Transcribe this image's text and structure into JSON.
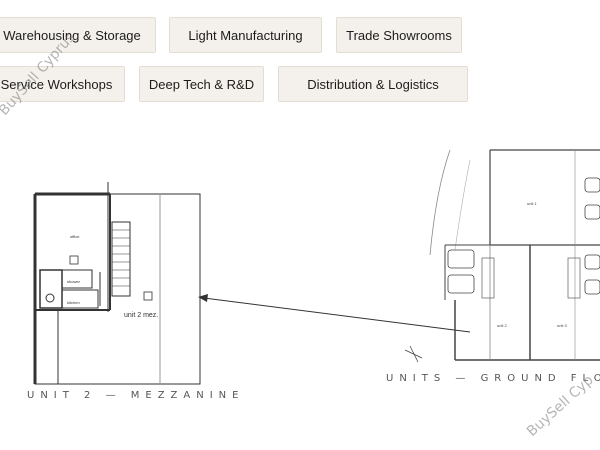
{
  "categories": [
    "Warehousing & Storage",
    "Light Manufacturing",
    "Trade Showrooms",
    "Service Workshops",
    "Deep Tech & R&D",
    "Distribution & Logistics"
  ],
  "mezzanine_plan": {
    "caption": "UNIT 2 — MEZZANINE",
    "labels": {
      "office": "office",
      "shower": "shower",
      "kitchen": "kitchen",
      "unit": "unit 2 mez."
    }
  },
  "ground_plan": {
    "caption": "UNITS — GROUND FLO",
    "labels": {
      "unit1": "unit 1",
      "unit2": "unit 2",
      "unit3": "unit 3"
    }
  },
  "watermarks": [
    "BuySell Cyprus",
    "BuySell Cyp"
  ],
  "colors": {
    "chip_bg": "#f4f1ec",
    "chip_border": "#e4ddd3",
    "line": "#333333"
  }
}
